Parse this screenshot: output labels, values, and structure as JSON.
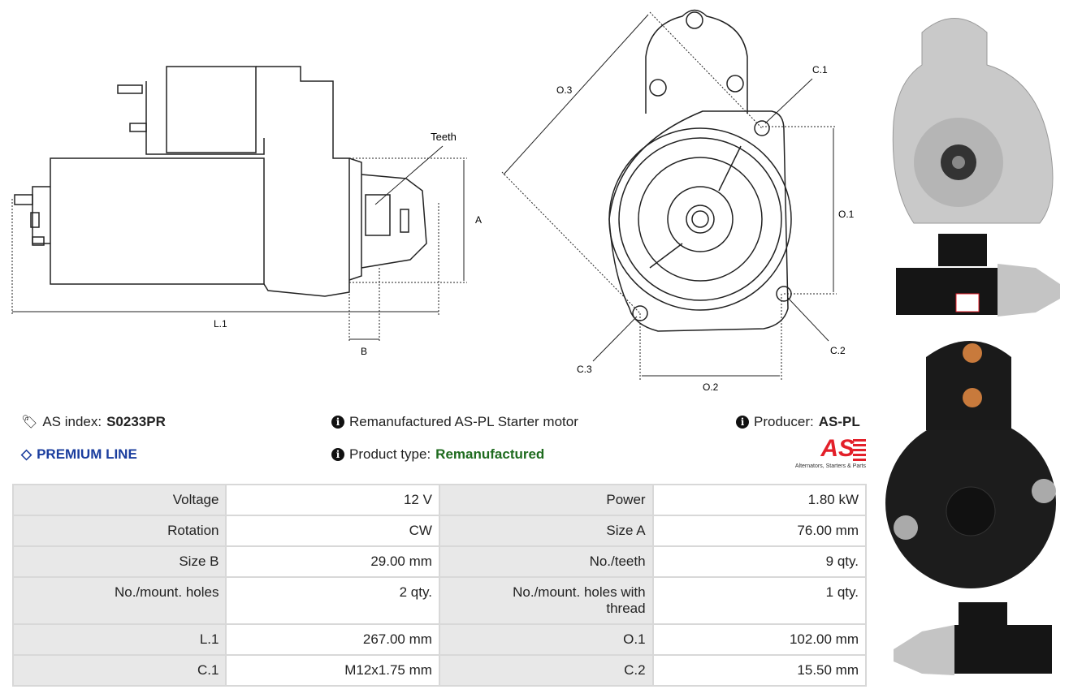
{
  "drawing_labels": {
    "teeth": "Teeth",
    "a": "A",
    "b": "B",
    "l1": "L.1",
    "o1": "O.1",
    "o2": "O.2",
    "o3": "O.3",
    "c1": "C.1",
    "c2": "C.2",
    "c3": "C.3"
  },
  "info": {
    "as_index_label": "AS index:",
    "as_index_value": "S0233PR",
    "premium": "PREMIUM LINE",
    "description": "Remanufactured AS-PL Starter motor",
    "product_type_label": "Product type:",
    "product_type_value": "Remanufactured",
    "producer_label": "Producer:",
    "producer_value": "AS-PL",
    "logo_text": "AS",
    "logo_tagline": "Alternators, Starters & Parts"
  },
  "colors": {
    "premium": "#1a3d9e",
    "remanufactured": "#1e6b1e",
    "logo": "#e3202a"
  },
  "specs": [
    [
      "Voltage",
      "12 V",
      "Power",
      "1.80 kW"
    ],
    [
      "Rotation",
      "CW",
      "Size A",
      "76.00 mm"
    ],
    [
      "Size B",
      "29.00 mm",
      "No./teeth",
      "9 qty."
    ],
    [
      "No./mount. holes",
      "2 qty.",
      "No./mount. holes with thread",
      "1 qty."
    ],
    [
      "L.1",
      "267.00 mm",
      "O.1",
      "102.00 mm"
    ],
    [
      "C.1",
      "M12x1.75 mm",
      "C.2",
      "15.50 mm"
    ]
  ]
}
